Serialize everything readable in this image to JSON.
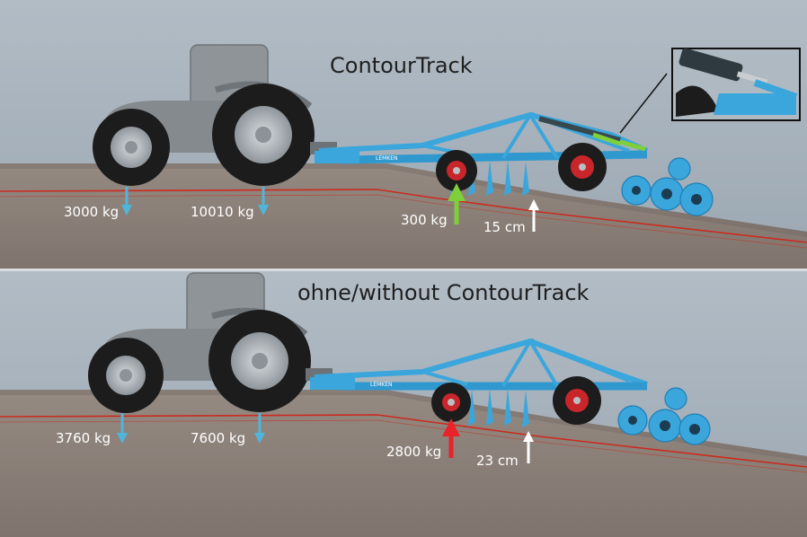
{
  "colors": {
    "sky": "#a8b3bd",
    "ground": "#8c8078",
    "ground_far": "#9a8f88",
    "ground_line": "#cc2a1e",
    "implement": "#3aa6dc",
    "implement_dark": "#1d7fb6",
    "tractor": "#8d9296",
    "tyre": "#1a1a1a",
    "rim": "#b9bec3",
    "arrow_tractor": "#4fb5da",
    "arrow_green": "#7fcf3a",
    "arrow_red": "#e8242a",
    "arrow_white": "#ffffff",
    "impl_wheel_rim": "#c8262b"
  },
  "panels": [
    {
      "title": "ContourTrack",
      "front_axle_load": "3000 kg",
      "rear_axle_load": "10010 kg",
      "depth_wheel_load": "300 kg",
      "working_depth": "15 cm",
      "depth_wheel_arrow_icon": "green-up-arrow-icon",
      "detail_inset": true
    },
    {
      "title": "ohne/without ContourTrack",
      "front_axle_load": "3760 kg",
      "rear_axle_load": "7600 kg",
      "depth_wheel_load": "2800 kg",
      "working_depth": "23 cm",
      "depth_wheel_arrow_icon": "red-up-arrow-icon",
      "detail_inset": false
    }
  ],
  "brand_label": "LEMKEN"
}
